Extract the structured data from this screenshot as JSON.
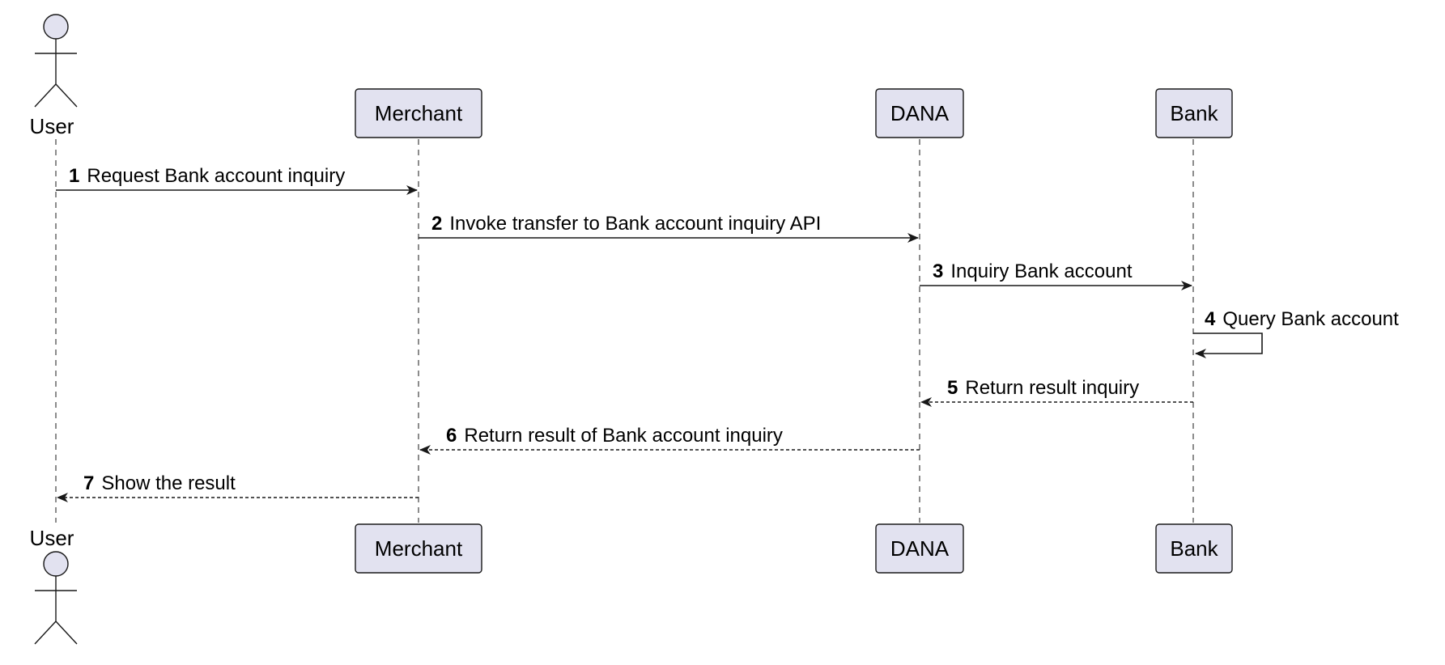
{
  "colors": {
    "participant_fill": "#E2E2F0",
    "participant_stroke": "#181818",
    "lifeline": "#181818",
    "arrow": "#181818",
    "text": "#000000",
    "background": "#FFFFFF"
  },
  "participants": [
    {
      "id": "user",
      "label": "User",
      "kind": "actor"
    },
    {
      "id": "merchant",
      "label": "Merchant",
      "kind": "box"
    },
    {
      "id": "dana",
      "label": "DANA",
      "kind": "box"
    },
    {
      "id": "bank",
      "label": "Bank",
      "kind": "box"
    }
  ],
  "messages": [
    {
      "num": "1",
      "text": "Request Bank account inquiry",
      "from": "user",
      "to": "merchant",
      "style": "solid"
    },
    {
      "num": "2",
      "text": "Invoke transfer to Bank account inquiry API",
      "from": "merchant",
      "to": "dana",
      "style": "solid"
    },
    {
      "num": "3",
      "text": "Inquiry Bank account",
      "from": "dana",
      "to": "bank",
      "style": "solid"
    },
    {
      "num": "4",
      "text": "Query Bank account",
      "from": "bank",
      "to": "bank",
      "style": "self"
    },
    {
      "num": "5",
      "text": "Return result inquiry",
      "from": "bank",
      "to": "dana",
      "style": "dashed"
    },
    {
      "num": "6",
      "text": "Return result of Bank account inquiry",
      "from": "dana",
      "to": "merchant",
      "style": "dashed"
    },
    {
      "num": "7",
      "text": "Show the result",
      "from": "merchant",
      "to": "user",
      "style": "dashed"
    }
  ]
}
